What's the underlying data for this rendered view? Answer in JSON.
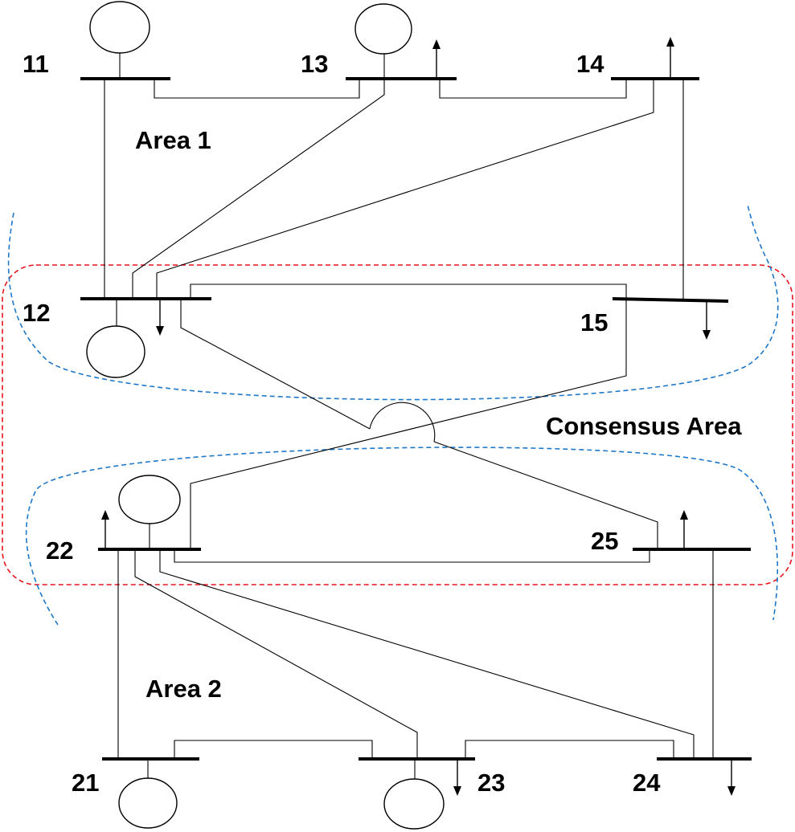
{
  "colors": {
    "consensus_boundary": "#e8131b",
    "area_boundary": "#1f77c8",
    "line": "#000000"
  },
  "buses": {
    "b11": "11",
    "b13": "13",
    "b14": "14",
    "b12": "12",
    "b15": "15",
    "b22": "22",
    "b25": "25",
    "b21": "21",
    "b23": "23",
    "b24": "24"
  },
  "areas": {
    "area1": "Area 1",
    "area2": "Area 2",
    "consensus": "Consensus Area"
  }
}
